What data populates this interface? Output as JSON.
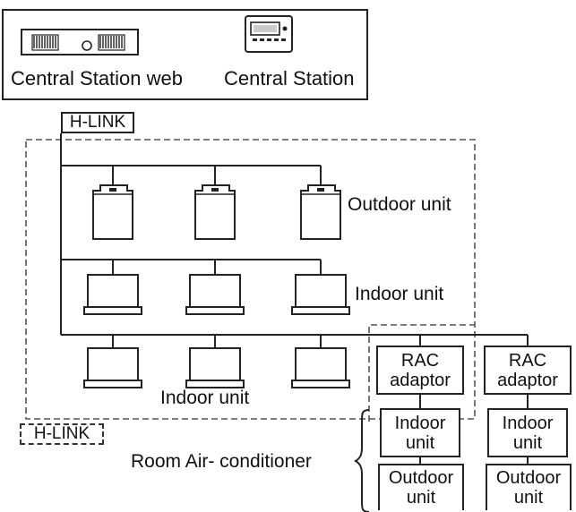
{
  "stations": {
    "web_label": "Central Station web",
    "station_label": "Central Station"
  },
  "network": {
    "hlink_top": "H-LINK",
    "hlink_bottom": "H-LINK"
  },
  "groups": {
    "outdoor_label": "Outdoor unit",
    "indoor_upper_label": "Indoor unit",
    "indoor_lower_label": "Indoor unit"
  },
  "rac": {
    "columns": [
      {
        "adaptor": [
          "RAC",
          "adaptor"
        ],
        "indoor": [
          "Indoor",
          "unit"
        ],
        "outdoor": [
          "Outdoor",
          "unit"
        ]
      },
      {
        "adaptor": [
          "RAC",
          "adaptor"
        ],
        "indoor": [
          "Indoor",
          "unit"
        ],
        "outdoor": [
          "Outdoor",
          "unit"
        ]
      }
    ],
    "group_label": "Room Air- conditioner"
  }
}
